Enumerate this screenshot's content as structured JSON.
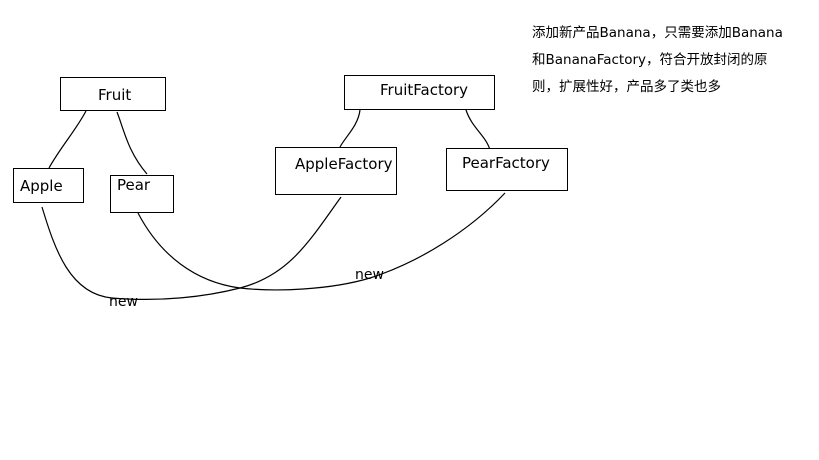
{
  "nodes": {
    "fruit": "Fruit",
    "apple": "Apple",
    "pear": "Pear",
    "fruit_factory": "FruitFactory",
    "apple_factory": "AppleFactory",
    "pear_factory": "PearFactory"
  },
  "edge_labels": {
    "new_left": "new",
    "new_right": "new"
  },
  "note": {
    "line1": "添加新产品Banana，只需要添加Banana",
    "line2": "和BananaFactory，符合开放封闭的原",
    "line3": "则，扩展性好，产品多了类也多"
  }
}
